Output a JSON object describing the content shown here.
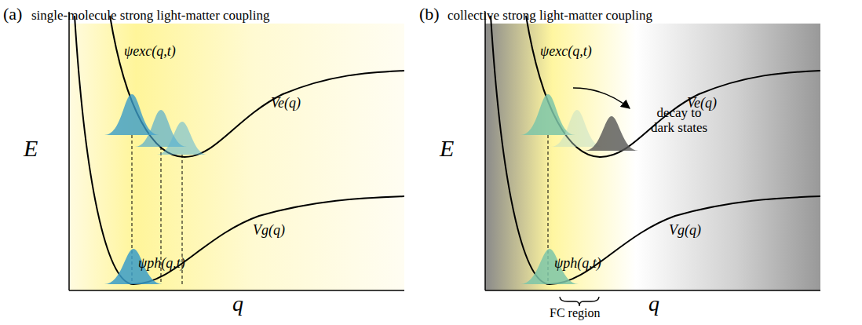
{
  "diagram": {
    "labels": [
      "(a)",
      "single-molecule strong light-matter coupling",
      "E",
      "q",
      "ψexc(q,t)",
      "Ve(q)",
      "ψph(q,t)",
      "Vg(q)",
      "(b)",
      "collective strong light-matter coupling",
      "E",
      "q",
      "ψexc(q,t)",
      "Ve(q)",
      "decay to dark states",
      "ψph(q,t)",
      "Vg(q)",
      "FC region"
    ]
  }
}
